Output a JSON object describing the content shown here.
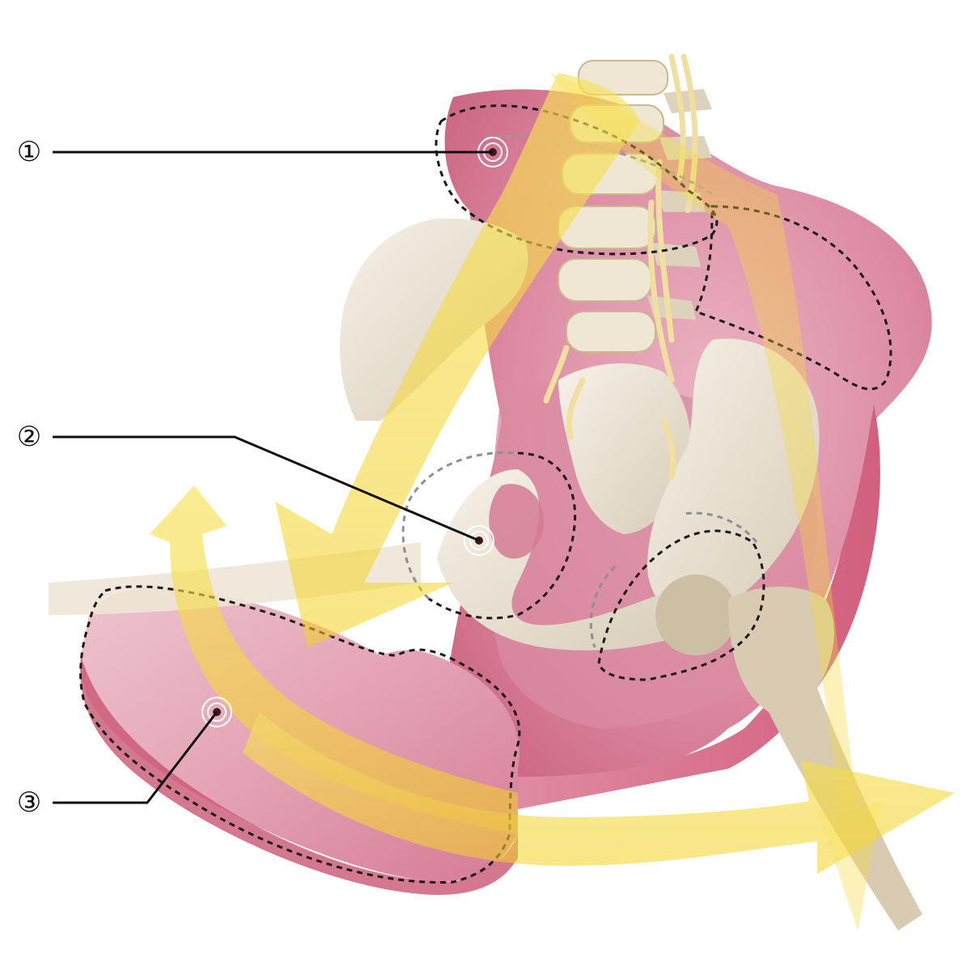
{
  "callouts": [
    {
      "id": "1",
      "label": "①"
    },
    {
      "id": "2",
      "label": "②"
    },
    {
      "id": "3",
      "label": "③"
    }
  ],
  "colors": {
    "cushion": "#d9728f",
    "cushion_light": "#e9aabb",
    "cushion_dark": "#c84d6e",
    "bone": "#efe8dc",
    "bone_shadow": "#c9bda8",
    "arrow": "#f6dc3a",
    "nerve": "#f3e3a2",
    "leader": "#111111",
    "dash_dark": "#1a1a1a",
    "dash_light": "#9a9a9a"
  },
  "icons": [
    "pressure-point-icon"
  ]
}
